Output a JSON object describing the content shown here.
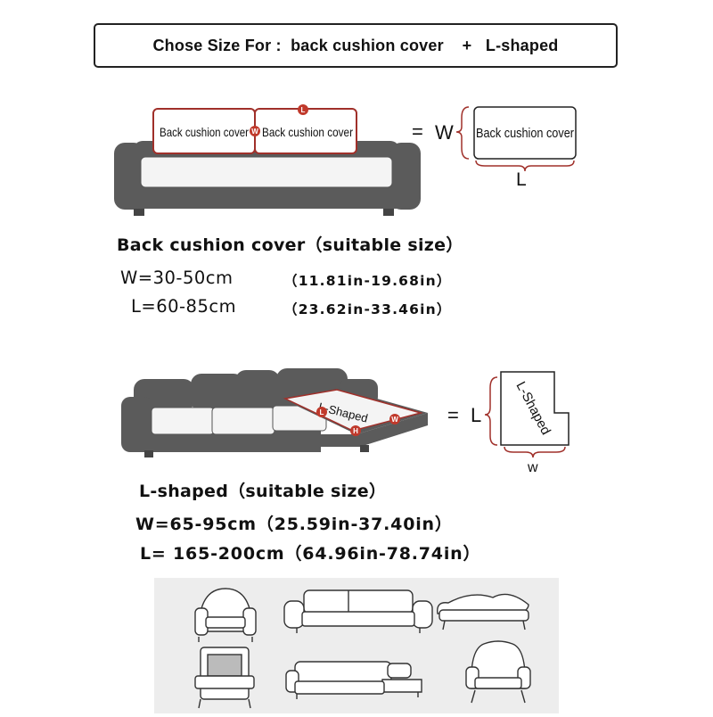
{
  "header": {
    "text": "Chose Size For :  back cushion cover    +   L-shaped"
  },
  "back_cushion": {
    "label_left": "Back cushion cover",
    "label_right": "Back cushion cover",
    "marker_w": "W",
    "marker_l": "L",
    "equals": "=",
    "dim_w": "W",
    "dim_l": "L",
    "box_label": "Back cushion cover",
    "title": "Back cushion cover（suitable size）",
    "w_metric": "W=30-50cm",
    "w_imperial": "（11.81in-19.68in）",
    "l_metric": "L=60-85cm",
    "l_imperial": "（23.62in-33.46in）"
  },
  "l_shaped": {
    "label": "L-Shaped",
    "marker_w": "W",
    "marker_l": "L",
    "marker_h": "H",
    "equals": "=",
    "dim_l": "L",
    "dim_w": "w",
    "box_label": "L-Shaped",
    "title": "L-shaped（suitable size）",
    "w_spec": "W=65-95cm（25.59in-37.40in）",
    "l_spec": "L= 165-200cm（64.96in-78.74in）"
  },
  "colors": {
    "sofa": "#5b5b5b",
    "cushion": "#f4f4f4",
    "accent_red": "#c0392b",
    "gallery_bg": "#ededed"
  },
  "gallery_icons": [
    "tub-chair-icon",
    "three-seat-sofa-icon",
    "chaise-longue-icon",
    "armchair-icon",
    "sectional-sofa-icon",
    "wingback-chair-icon"
  ]
}
